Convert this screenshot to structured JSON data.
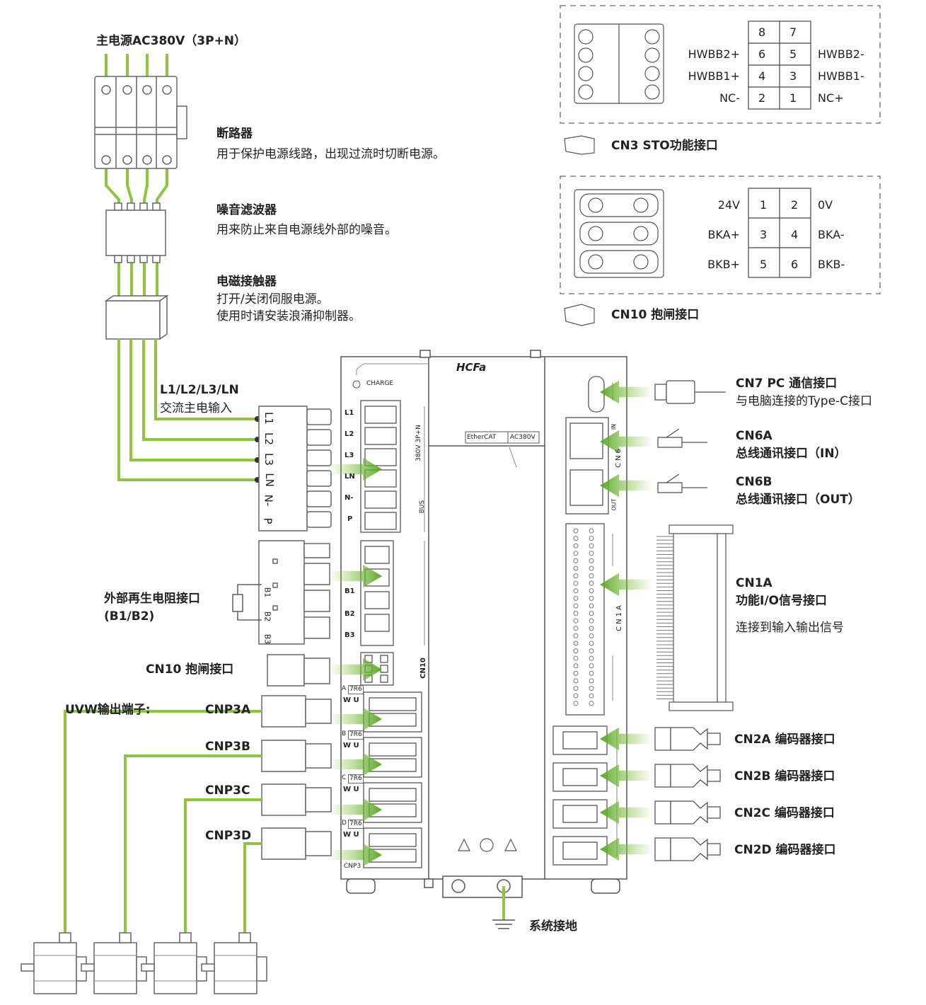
{
  "main_power": {
    "title": "主电源AC380V（3P+N）"
  },
  "breaker": {
    "title": "断路器",
    "desc": "用于保护电源线路，出现过流时切断电源。"
  },
  "noise_filter": {
    "title": "噪音滤波器",
    "desc": "用来防止来自电源线外部的噪音。"
  },
  "contactor": {
    "title": "电磁接触器",
    "desc1": "打开/关闭伺服电源。",
    "desc2": "使用时请安装浪涌抑制器。"
  },
  "ac_input": {
    "title": "L1/L2/L3/LN",
    "desc": "交流主电输入"
  },
  "terminal_main": {
    "pins": [
      "L1",
      "L2",
      "L3",
      "LN",
      "N-",
      "P"
    ]
  },
  "regen": {
    "title1": "外部再生电阻接口",
    "title2": "(B1/B2)",
    "pins": [
      "B1",
      "B2",
      "B3"
    ]
  },
  "cn10_left": {
    "title": "CN10 抱闸接口"
  },
  "uvw": {
    "title": "UVW输出端子:",
    "connectors": [
      "CNP3A",
      "CNP3B",
      "CNP3C",
      "CNP3D"
    ]
  },
  "sto": {
    "title": "CN3 STO功能接口",
    "rows": [
      {
        "left": "",
        "a": "8",
        "b": "7",
        "right": ""
      },
      {
        "left": "HWBB2+",
        "a": "6",
        "b": "5",
        "right": "HWBB2-"
      },
      {
        "left": "HWBB1+",
        "a": "4",
        "b": "3",
        "right": "HWBB1-"
      },
      {
        "left": "NC-",
        "a": "2",
        "b": "1",
        "right": "NC+"
      }
    ]
  },
  "brake": {
    "title": "CN10 抱闸接口",
    "rows": [
      {
        "left": "24V",
        "a": "1",
        "b": "2",
        "right": "0V"
      },
      {
        "left": "BKA+",
        "a": "3",
        "b": "4",
        "right": "BKA-"
      },
      {
        "left": "BKB+",
        "a": "5",
        "b": "6",
        "right": "BKB-"
      }
    ]
  },
  "cn7": {
    "title": "CN7 PC 通信接口",
    "desc": "与电脑连接的Type-C接口"
  },
  "cn6a": {
    "title1": "CN6A",
    "title2": "总线通讯接口（IN）"
  },
  "cn6b": {
    "title1": "CN6B",
    "title2": "总线通讯接口（OUT）"
  },
  "cn1a": {
    "title1": "CN1A",
    "title2": "功能I/O信号接口",
    "desc": "连接到输入输出信号"
  },
  "encoders": [
    "CN2A 编码器接口",
    "CN2B 编码器接口",
    "CN2C 编码器接口",
    "CN2D 编码器接口"
  ],
  "ground": {
    "title": "系统接地"
  },
  "drive": {
    "brand": "HCFa",
    "charge": "CHARGE",
    "ethercat": "EtherCAT",
    "model": "AC380V",
    "main_pins": [
      "L1",
      "L2",
      "L3",
      "LN",
      "N-",
      "P"
    ],
    "side_380": "380V 3P+N",
    "side_bus": "BUS",
    "regen_pins": [
      "B1",
      "B2",
      "B3"
    ],
    "cn10": "CN10",
    "cn1a": "CN1A",
    "cn6": "CN6",
    "in": "IN",
    "out": "OUT",
    "cnp3": "CNP3",
    "axis_letters": [
      "A",
      "B",
      "C",
      "D"
    ],
    "axis_tag": "7R6",
    "wu": "W U"
  },
  "colors": {
    "wire": "#8cc63f",
    "line": "#555555",
    "accent_arrow": "#6ab42d"
  }
}
